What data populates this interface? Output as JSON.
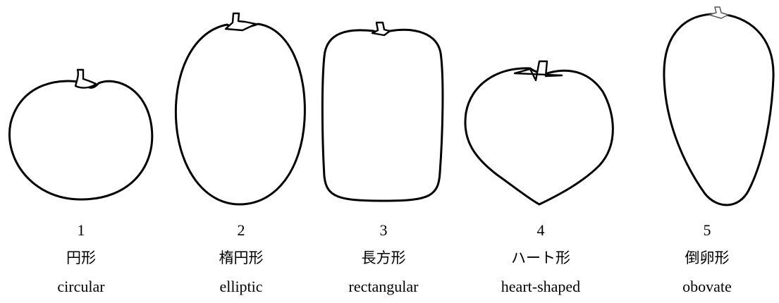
{
  "shapes": [
    {
      "number": "1",
      "japanese": "円形",
      "english": "circular"
    },
    {
      "number": "2",
      "japanese": "楕円形",
      "english": "elliptic"
    },
    {
      "number": "3",
      "japanese": "長方形",
      "english": "rectangular"
    },
    {
      "number": "4",
      "japanese": "ハート形",
      "english": "heart-shaped"
    },
    {
      "number": "5",
      "japanese": "倒卵形",
      "english": "obovate"
    }
  ]
}
